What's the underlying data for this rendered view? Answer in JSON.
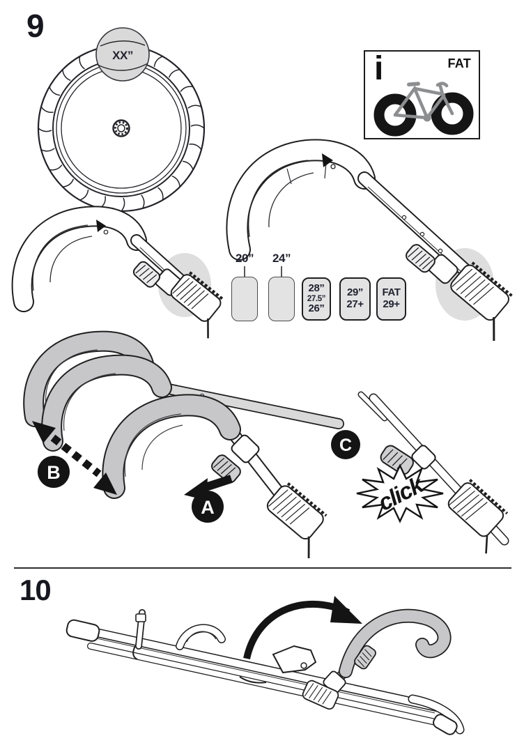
{
  "colors": {
    "line": "#1f1f1f",
    "text_dark": "#20222e",
    "arm_gray": "#c7c7c9",
    "highlight_gray": "#dedede",
    "box_gray": "#e3e3e4",
    "badge_bg": "#141414",
    "badge_text": "#ffffff",
    "bike_frame_gray": "#8d8e90"
  },
  "step9": {
    "number": "9",
    "wheel_label": "XX”",
    "info_box": {
      "icon_glyph": "i",
      "label": "FAT"
    },
    "size_chart": {
      "boxes": [
        {
          "label": "20”"
        },
        {
          "label": "24”"
        },
        {
          "lines": [
            "28”",
            "27.5”",
            "26”"
          ]
        },
        {
          "lines": [
            "29”",
            "27+"
          ]
        },
        {
          "lines": [
            "FAT",
            "29+"
          ]
        }
      ]
    },
    "badges": {
      "a": "A",
      "b": "B",
      "c": "C"
    },
    "click_label": "click"
  },
  "step10": {
    "number": "10"
  }
}
